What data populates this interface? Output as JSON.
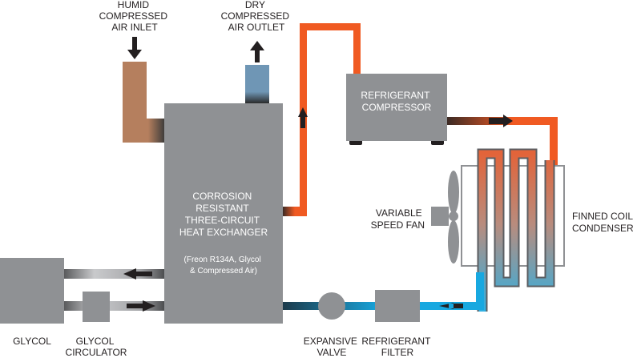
{
  "labels": {
    "humid_inlet": [
      "HUMID",
      "COMPRESSED",
      "AIR INLET"
    ],
    "dry_outlet": [
      "DRY",
      "COMPRESSED",
      "AIR OUTLET"
    ],
    "compressor": [
      "REFRIGERANT",
      "COMPRESSOR"
    ],
    "heat_exchanger": [
      "CORROSION",
      "RESISTANT",
      "THREE-CIRCUIT",
      "HEAT EXCHANGER"
    ],
    "heat_exchanger_note": [
      "(Freon R134A, Glycol",
      "& Compressed Air)"
    ],
    "fan": [
      "VARIABLE",
      "SPEED FAN"
    ],
    "condenser": [
      "FINNED COIL",
      "CONDENSER"
    ],
    "glycol": "GLYCOL",
    "circulator": [
      "GLYCOL",
      "CIRCULATOR"
    ],
    "valve": [
      "EXPANSIVE",
      "VALVE"
    ],
    "filter": [
      "REFRIGERANT",
      "FILTER"
    ]
  },
  "colors": {
    "component": "#8f9194",
    "humid_air": "#b57f5e",
    "dry_air": "#6f96b5",
    "hot_refrigerant": "#f05a22",
    "cold_refrigerant": "#18a8e0",
    "glycol_pipe": "#a4a5a8",
    "arrow": "#231f20"
  }
}
